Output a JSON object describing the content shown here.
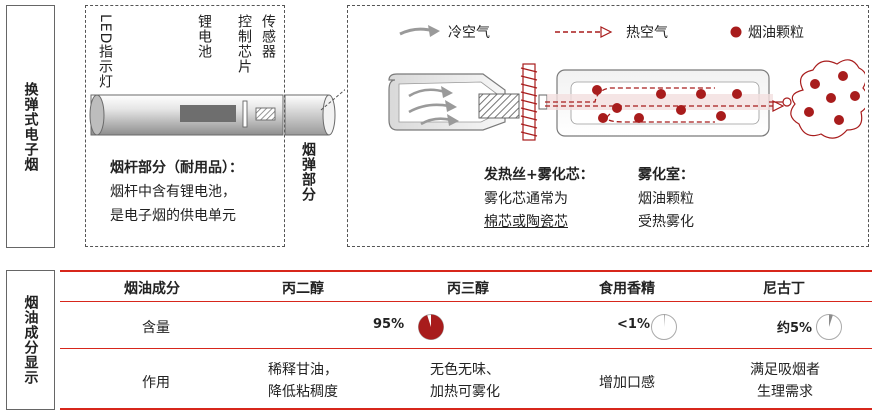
{
  "top_section": {
    "side_label": "换弹式电子烟",
    "left_box": {
      "led_label": "LED指示灯",
      "battery_label": "锂电池",
      "chip_label": "控制芯片",
      "sensor_label": "传感器",
      "rod_title": "烟杆部分（耐用品）：",
      "rod_desc_1": "烟杆中含有锂电池，",
      "rod_desc_2": "是电子烟的供电单元"
    },
    "cartridge_label": "烟弹部分",
    "right_box": {
      "legend_cold": "冷空气",
      "legend_hot": "热空气",
      "legend_particle": "烟油颗粒",
      "heater_title": "发热丝+雾化芯：",
      "heater_desc_1": "雾化芯通常为",
      "heater_desc_2": "棉芯或陶瓷芯",
      "chamber_title": "雾化室：",
      "chamber_desc_1": "烟油颗粒",
      "chamber_desc_2": "受热雾化"
    }
  },
  "table": {
    "side_label": "烟油成分显示",
    "headers": [
      "烟油成分",
      "丙二醇",
      "丙三醇",
      "食用香精",
      "尼古丁"
    ],
    "content_row": {
      "label": "含量",
      "glycerin_pct": "95%",
      "flavor_pct": "<1%",
      "nicotine_pct": "约5%"
    },
    "function_row": {
      "label": "作用",
      "pg_1": "稀释甘油，",
      "pg_2": "降低粘稠度",
      "vg_1": "无色无味、",
      "vg_2": "加热可雾化",
      "flavor": "增加口感",
      "nicotine_1": "满足吸烟者",
      "nicotine_2": "生理需求"
    },
    "pie_values": {
      "glycerin": 0.95,
      "flavor": 0.01,
      "nicotine": 0.05
    }
  },
  "colors": {
    "accent_red": "#a81c1c",
    "table_rule": "#d7261b",
    "gray_air": "#9a9a9a"
  }
}
